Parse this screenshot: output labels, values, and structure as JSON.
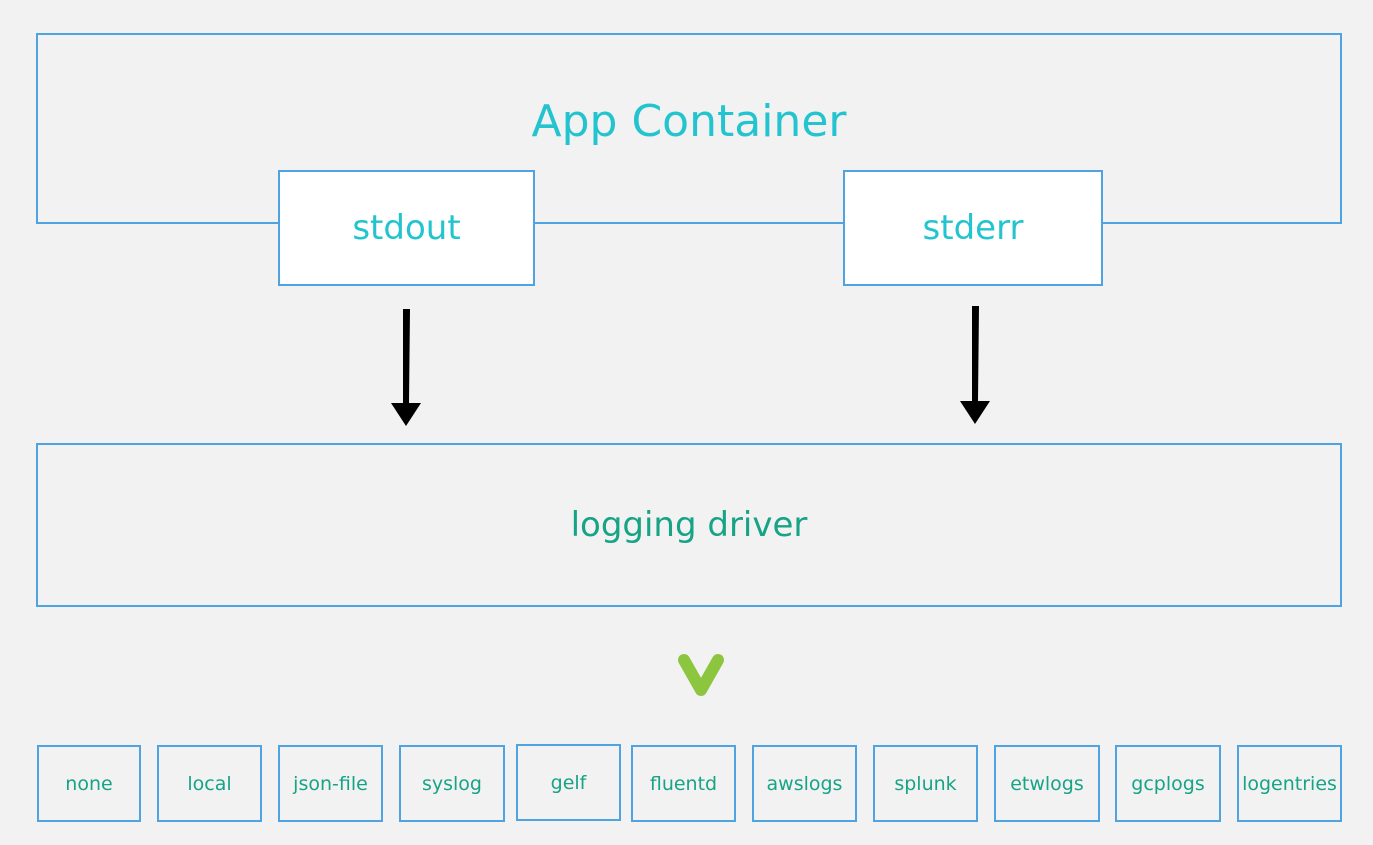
{
  "app_container": {
    "label": "App Container"
  },
  "streams": {
    "stdout": "stdout",
    "stderr": "stderr"
  },
  "logging_driver": {
    "label": "logging driver"
  },
  "drivers": [
    "none",
    "local",
    "json-file",
    "syslog",
    "gelf",
    "fluentd",
    "awslogs",
    "splunk",
    "etwlogs",
    "gcplogs",
    "logentries"
  ],
  "colors": {
    "border": "#4ea3e0",
    "cyan_text": "#23c4cf",
    "green_text": "#17a386",
    "chevron": "#8cc63f",
    "arrow": "#000000",
    "background": "#f2f2f2"
  },
  "icons": {
    "chevron": "chevron-down-icon",
    "arrow": "arrow-down-icon"
  }
}
